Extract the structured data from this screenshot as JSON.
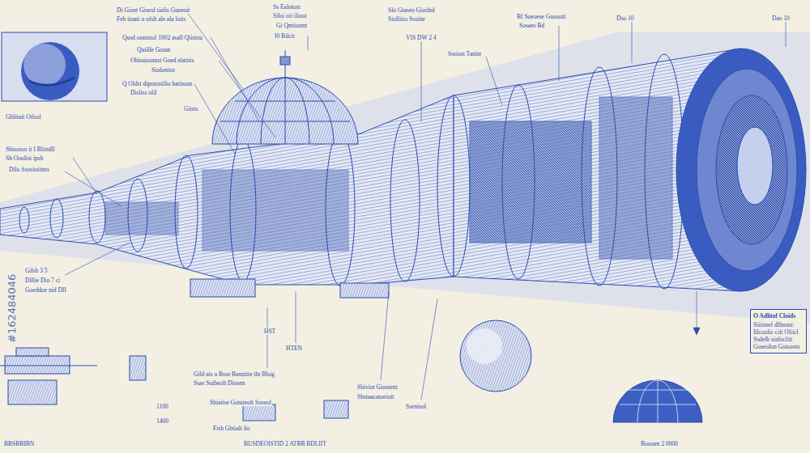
{
  "diagram": {
    "nodes": [
      {
        "text": [
          "O Adlitof Cloids",
          "Siiisteel dllnsmi: Iilcoolic ciit Oliicl Ssdelh sinloclitt Goseolon Goisosto"
        ]
      }
    ],
    "labels": [
      "Di Gioet Giseol sialis Gueeoit",
      "Feb tioati o ofslt ale ala loits",
      "Qusd oonistof 1002 asall Qiistou",
      "Quiille Gouut",
      "Obisuiootust Goed alattiis",
      "Siolonitst",
      "Q Oldst dipotostilio batitoon",
      "Disliss olil",
      "Gitsts",
      "Ss Ealotost",
      "Siloi oit ilioot",
      "Gi Qnttionnt",
      "I0 Bilcit",
      "Slo Gtaseo Gioitbd",
      "Siolltiss Sssitte",
      "VIS DW 2 4",
      "Bf Soeoese Guooott",
      "Sosaes Bd",
      "Dso 10",
      "Dao 10",
      "Sssiost Tanite",
      "Gblituit Otlsol",
      "Sbisoioo it I Blistdll",
      "Sb Ooulist ipsh",
      "Dilo Ssosiotitnts",
      "Gilsh 3 5",
      "Dillie Dio 7 ci",
      "Goeddoe nid DII",
      "HST",
      "HTEN",
      "Gild ais u Bsse Bannitte tht Blsig",
      "Ssas Suibeolt Diosen",
      "1100",
      "1400",
      "Sbiaitse Gotuieolt Soseol",
      "Fisb Gbtialt ilo",
      "Sbiviot Giootent",
      "Sbstaacatoeiott",
      "Ssenisol",
      "BUSDEOISTID 2 ATBB BDLIIT",
      "BBSRBIBN",
      "Boooen 2 0000",
      "#162484046"
    ]
  }
}
